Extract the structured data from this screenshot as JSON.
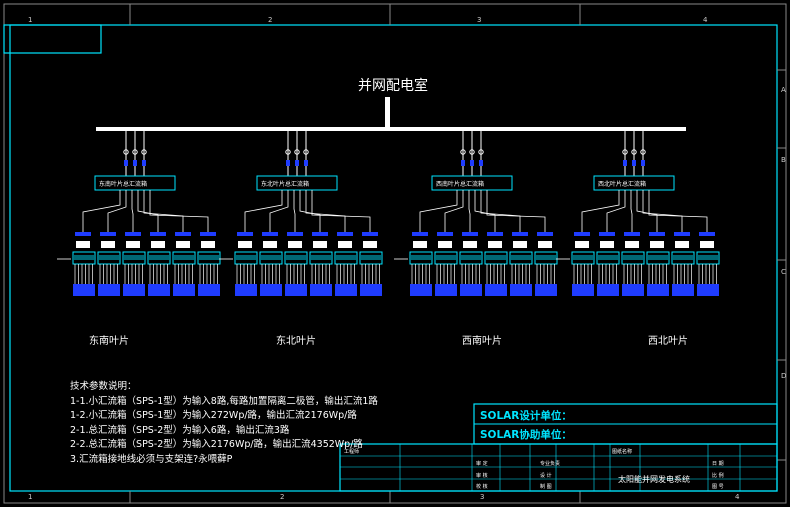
{
  "frame": {
    "top_ruler": [
      "1",
      "2",
      "3",
      "4"
    ],
    "bottom_ruler": [
      "1",
      "2",
      "3",
      "4"
    ],
    "right_ruler": [
      "A",
      "B",
      "C",
      "D"
    ],
    "colors": {
      "frame": "#00e5ff",
      "line": "#ffffff",
      "busbar": "#ffffff",
      "accent": "#1f3cff",
      "label_box": "#00e5ff"
    }
  },
  "diagram": {
    "title": "并网配电室",
    "groups": [
      {
        "box_label": "东南叶片总汇流箱",
        "name": "东南叶片"
      },
      {
        "box_label": "东北叶片总汇流箱",
        "name": "东北叶片"
      },
      {
        "box_label": "西南叶片总汇流箱",
        "name": "西南叶片"
      },
      {
        "box_label": "西北叶片总汇流箱",
        "name": "西北叶片"
      }
    ]
  },
  "notes": {
    "heading": "技术参数说明：",
    "lines": [
      "1-1.小汇流箱（SPS-1型）为输入8路,每路加置隔离二极管，输出汇流1路",
      "1-2.小汇流箱（SPS-1型）为输入272Wp/路，输出汇流2176Wp/路",
      "2-1.总汇流箱（SPS-2型）为输入6路，输出汇流3路",
      "2-2.总汇流箱（SPS-2型）为输入2176Wp/路，输出汇流4352Wp/路",
      "3.汇流箱接地线必须与支架连?永喂藓P"
    ]
  },
  "title_block": {
    "design_unit_label": "SOLAR设计单位：",
    "assist_unit_label": "SOLAR协助单位：",
    "project_name": "太阳能并网发电系统",
    "cells": {
      "engineer": "工程师",
      "review": "审 定",
      "audit": "审 核",
      "check": "校 核",
      "design": "设 计",
      "draw": "制 图",
      "major": "专业负责",
      "drawing_name": "图纸名称",
      "drawing_no": "图 号",
      "scale": "比 例",
      "date": "日 期"
    }
  }
}
